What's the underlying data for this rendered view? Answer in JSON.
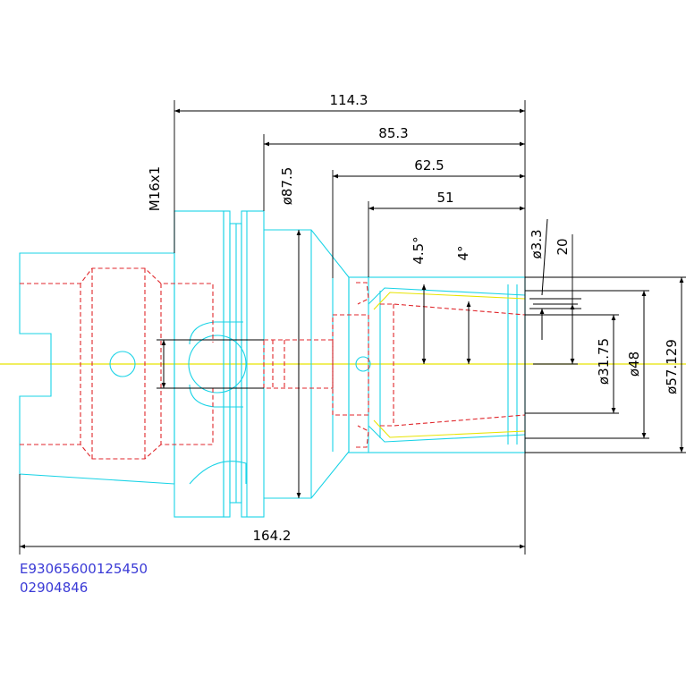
{
  "colors": {
    "outline": "#19d3e6",
    "hidden": "#e0262b",
    "centerline": "#e8e400",
    "dimension": "#000000",
    "part_code": "#3a3ad6"
  },
  "dimensions": {
    "length_total": "164.2",
    "length_114": "114.3",
    "length_85": "85.3",
    "length_62": "62.5",
    "length_51": "51",
    "thread": "M16x1",
    "dia_flange": "ø87.5",
    "dia_3": "ø3.3",
    "len_20": "20",
    "angle_1": "4.5°",
    "angle_2": "4°",
    "dia_bore": "ø31.75",
    "dia_48": "ø48",
    "dia_nose": "ø57.129"
  },
  "part": {
    "code_line1": "E93065600125450",
    "code_line2": "02904846"
  }
}
